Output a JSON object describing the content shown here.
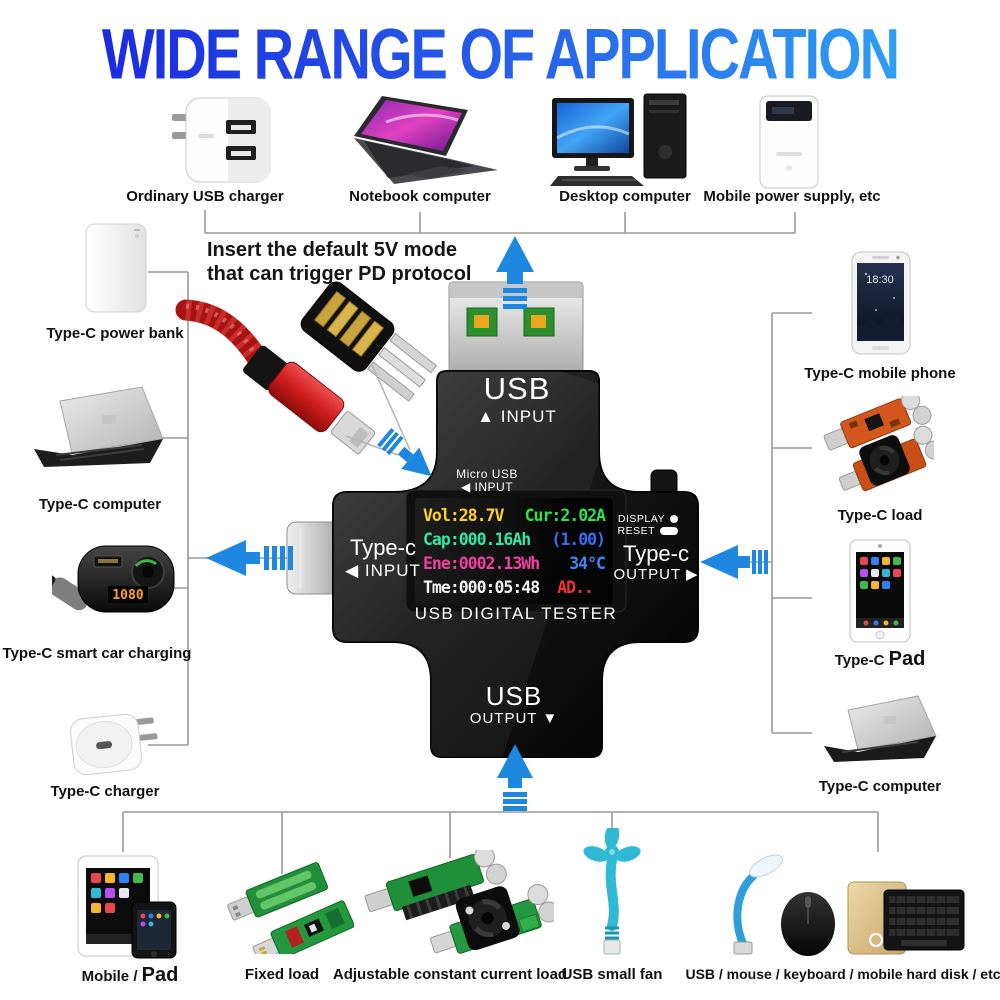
{
  "title": "WIDE RANGE OF APPLICATION",
  "annotation": {
    "line1": "Insert the default 5V mode",
    "line2": "that can trigger PD protocol"
  },
  "top_devices": [
    {
      "id": "ordinary-usb-charger",
      "label": "Ordinary USB charger"
    },
    {
      "id": "notebook-computer",
      "label": "Notebook computer"
    },
    {
      "id": "desktop-computer",
      "label": "Desktop computer"
    },
    {
      "id": "mobile-power-supply",
      "label": "Mobile power supply, etc"
    }
  ],
  "left_devices": [
    {
      "id": "type-c-power-bank",
      "label": "Type-C power bank"
    },
    {
      "id": "type-c-computer",
      "label": "Type-C computer"
    },
    {
      "id": "type-c-smart-car-charging",
      "label": "Type-C smart car charging",
      "screen_text": "1080"
    },
    {
      "id": "type-c-charger",
      "label": "Type-C charger"
    }
  ],
  "right_devices": [
    {
      "id": "type-c-mobile-phone",
      "label": "Type-C mobile phone",
      "screen_text": "18:30"
    },
    {
      "id": "type-c-load",
      "label": "Type-C load"
    },
    {
      "id": "type-c-pad",
      "label_prefix": "Type-C ",
      "label_suffix": "Pad"
    },
    {
      "id": "type-c-computer-2",
      "label": "Type-C computer"
    }
  ],
  "bottom_devices": [
    {
      "id": "mobile-pad",
      "label_prefix": "Mobile / ",
      "label_suffix": "Pad"
    },
    {
      "id": "fixed-load",
      "label": "Fixed load"
    },
    {
      "id": "adjustable-load",
      "label": "Adjustable constant current load"
    },
    {
      "id": "usb-small-fan",
      "label": "USB small fan"
    },
    {
      "id": "usb-peripherals",
      "label": "USB / mouse / keyboard / mobile hard disk / etc"
    }
  ],
  "tester": {
    "name": "USB DIGITAL TESTER",
    "usb_input": {
      "title": "USB",
      "sub": "▲ INPUT"
    },
    "micro_usb_input": {
      "title": "Micro USB",
      "sub": "◀ INPUT"
    },
    "type_c_input": {
      "title": "Type-c",
      "sub": "◀ INPUT"
    },
    "type_c_output": {
      "title": "Type-c",
      "sub": "OUTPUT ▶"
    },
    "usb_output": {
      "title": "USB",
      "sub": "OUTPUT ▼"
    },
    "display_label": "DISPLAY",
    "reset_label": "RESET",
    "screen": {
      "vol_label": "Vol",
      "vol_value": ":28.7V",
      "cur_label": "Cur",
      "cur_value": ":2.02A",
      "cap_label": "Cap",
      "cap_value": ":000.16Ah",
      "cap_extra": "(1.00)",
      "ene_label": "Ene",
      "ene_value": ":0002.13Wh",
      "temp": "34°C",
      "tme_label": "Tme",
      "tme_value": ":000:05:48",
      "mode": "AD.."
    }
  },
  "colors": {
    "title_gradient_start": "#1b2be0",
    "title_gradient_end": "#2e9ef5",
    "arrow_blue": "#1e87e0",
    "line_gray": "#9a9a9a",
    "screen_yellow": "#ffd21f",
    "screen_green": "#2ee24a",
    "screen_springgreen": "#31e8a4",
    "screen_blue": "#3a6cf5",
    "screen_pink": "#f0409f",
    "screen_temp_blue": "#3f86f5",
    "screen_white": "#f2f2f2",
    "screen_red": "#f23131"
  }
}
